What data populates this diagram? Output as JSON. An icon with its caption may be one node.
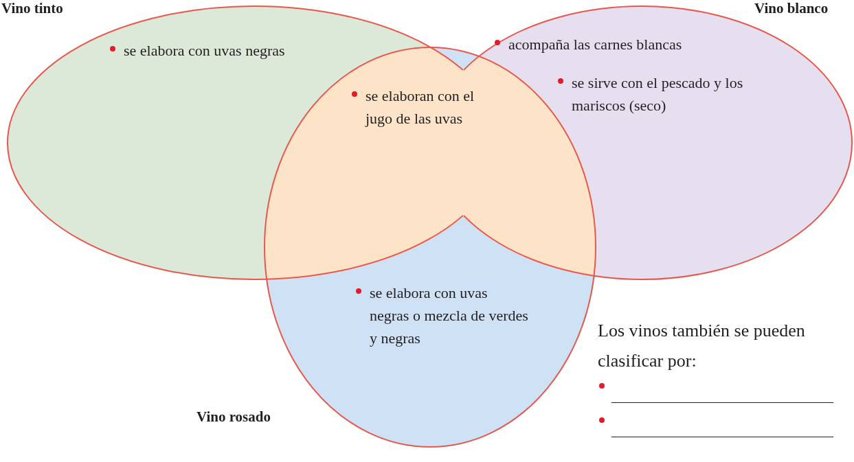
{
  "diagram": {
    "nodes": [
      {
        "text": [
          "Vino tinto",
          "se elabora con uvas negras"
        ]
      },
      {
        "text": [
          "Vino blanco",
          "acompaña las carnes blancas",
          "se sirve con el pescado y los mariscos (seco)"
        ]
      },
      {
        "text": [
          "Vino rosado",
          "se elabora con uvas negras o mezcla de verdes y negras"
        ]
      }
    ],
    "labels": [
      "se elaboran con el jugo de las uvas",
      "Los vinos también se pueden clasificar por:"
    ]
  }
}
